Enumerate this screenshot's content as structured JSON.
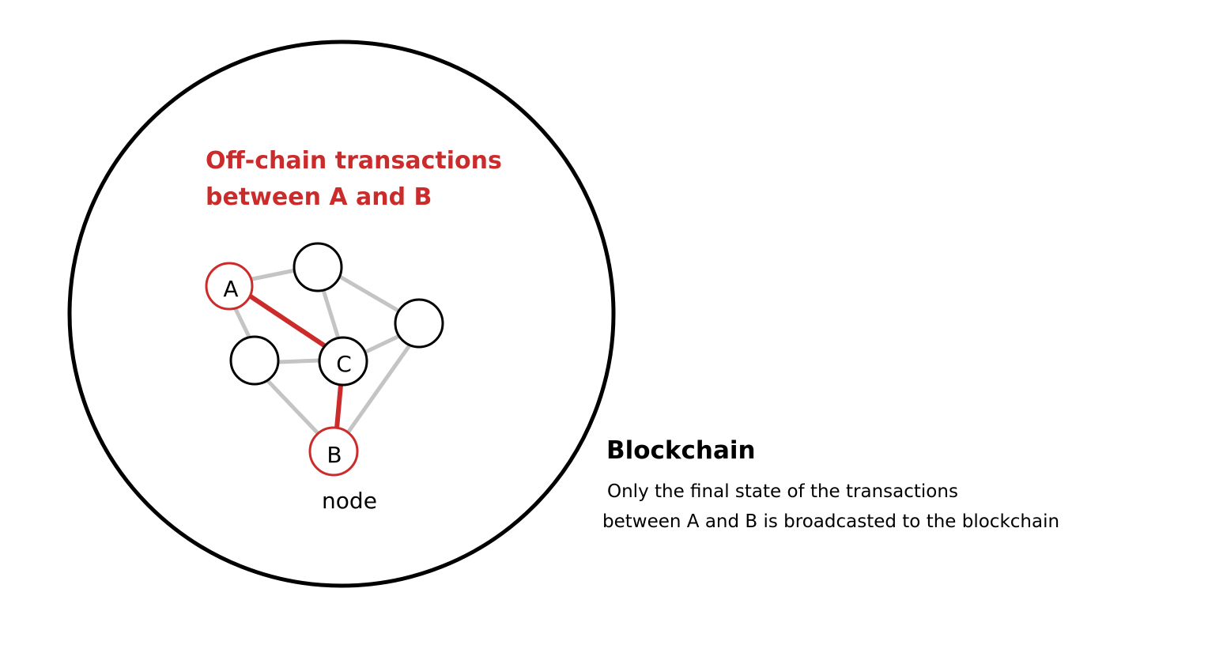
{
  "offchain_title": {
    "line1": "Off-chain transactions",
    "line2": "between A and B"
  },
  "nodes": {
    "a": "A",
    "b": "B",
    "c": "C"
  },
  "node_caption": "node",
  "blockchain": {
    "title": "Blockchain",
    "desc_line1": "Only the final state of the transactions",
    "desc_line2": "between A and B is broadcasted to the blockchain"
  },
  "colors": {
    "accent": "#cc2b2b",
    "edge_gray": "#c4c4c4",
    "ink": "#000000"
  }
}
